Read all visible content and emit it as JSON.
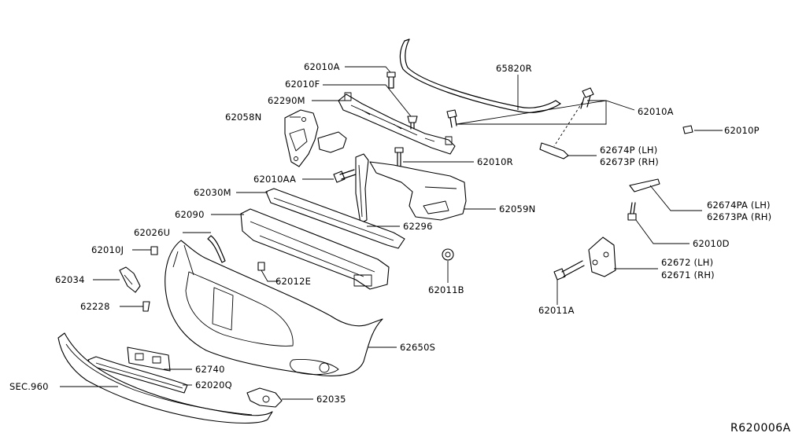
{
  "diagram": {
    "reference": "R620006A",
    "labels": {
      "p62010A_top": "62010A",
      "p62010F": "62010F",
      "p62290M": "62290M",
      "p62058N": "62058N",
      "p65820R": "65820R",
      "p62010A_right": "62010A",
      "p62010P": "62010P",
      "p62674P": "62674P (LH)",
      "p62673P": "62673P (RH)",
      "p62010R": "62010R",
      "p62010AA": "62010AA",
      "p62030M": "62030M",
      "p62090": "62090",
      "p62059N": "62059N",
      "p62674PA": "62674PA (LH)",
      "p62673PA": "62673PA (RH)",
      "p62296": "62296",
      "p62026U": "62026U",
      "p62010D": "62010D",
      "p62010J": "62010J",
      "p62672": "62672 (LH)",
      "p62671": "62671 (RH)",
      "p62034": "62034",
      "p62012E": "62012E",
      "p62011B": "62011B",
      "p62228": "62228",
      "p62011A": "62011A",
      "p62650S": "62650S",
      "p62740": "62740",
      "p62020Q": "62020Q",
      "sec960": "SEC.960",
      "p62035": "62035"
    }
  }
}
